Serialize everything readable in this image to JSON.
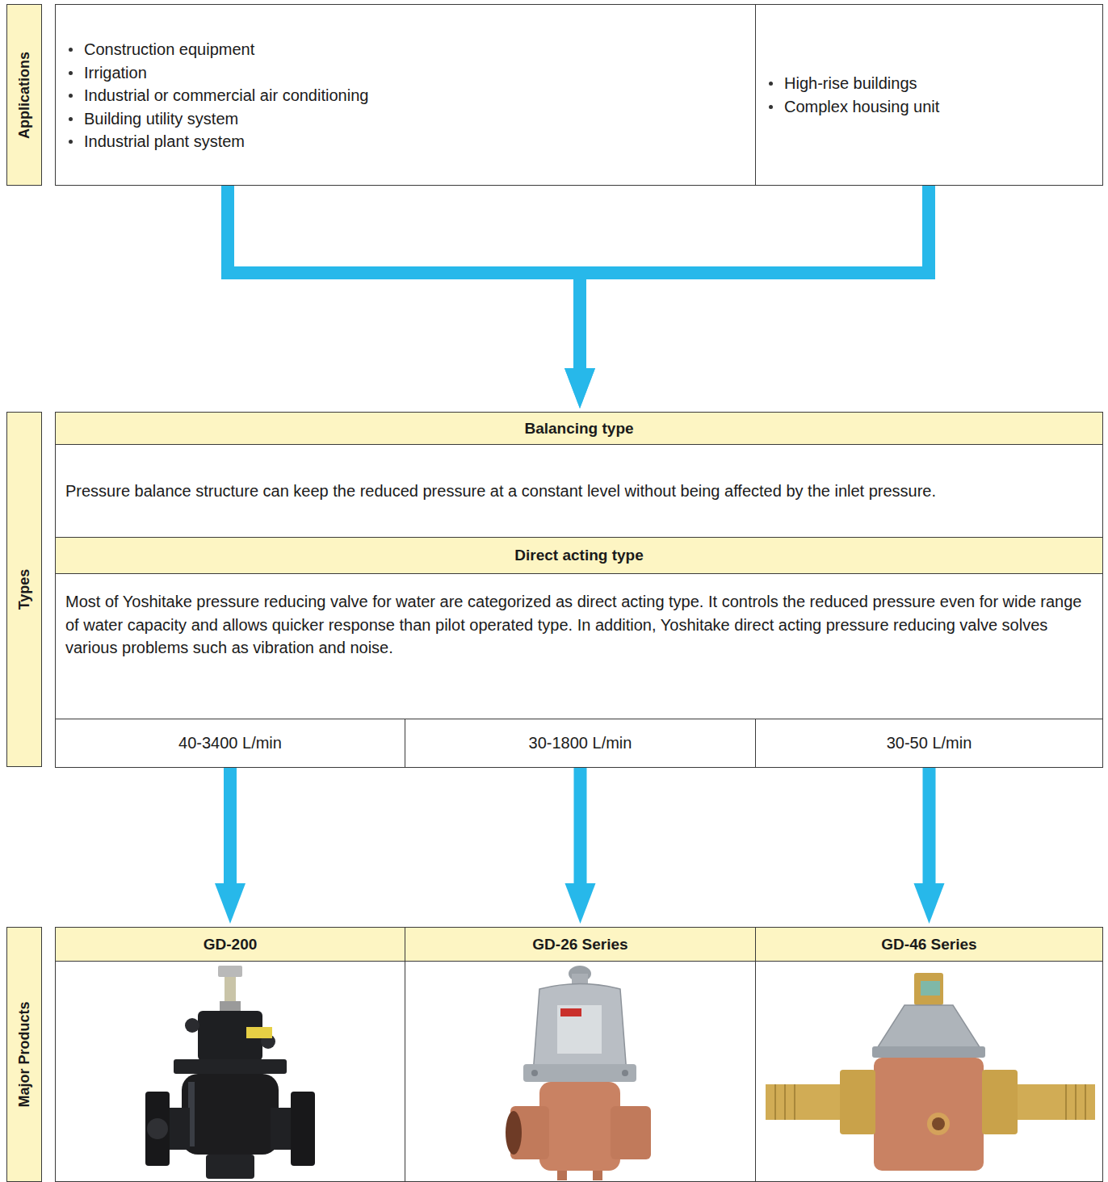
{
  "diagram": {
    "nodes": [
      {
        "text": [
          "Applications"
        ]
      },
      {
        "text": [
          "Construction equipment",
          "Irrigation",
          "Industrial or commercial air conditioning",
          "Building utility system",
          "Industrial plant system"
        ]
      },
      {
        "text": [
          "High-rise buildings",
          "Complex housing unit"
        ]
      },
      {
        "text": [
          "Types"
        ]
      },
      {
        "text": [
          "Balancing type",
          "Pressure balance structure can keep the reduced pressure at a constant level without being affected by the inlet pressure."
        ]
      },
      {
        "text": [
          "Direct acting type",
          "Most of Yoshitake pressure reducing valve for water are categorized as direct acting type. It controls the reduced pressure even for wide range of water capacity and allows quicker response than pilot operated type. In addition, Yoshitake direct acting pressure reducing valve solves various problems such as vibration and noise."
        ]
      },
      {
        "text": [
          "40-3400 L/min"
        ]
      },
      {
        "text": [
          "30-1800 L/min"
        ]
      },
      {
        "text": [
          "30-50 L/min"
        ]
      },
      {
        "text": [
          "Major Products"
        ]
      },
      {
        "text": [
          "GD-200"
        ]
      },
      {
        "text": [
          "GD-26 Series"
        ]
      },
      {
        "text": [
          "GD-46 Series"
        ]
      }
    ],
    "edges": [
      {
        "from": 1,
        "to": 4,
        "arrow": "to"
      },
      {
        "from": 2,
        "to": 4,
        "arrow": "to"
      },
      {
        "from": 6,
        "to": 10,
        "arrow": "to"
      },
      {
        "from": 7,
        "to": 11,
        "arrow": "to"
      },
      {
        "from": 8,
        "to": 12,
        "arrow": "to"
      }
    ]
  }
}
